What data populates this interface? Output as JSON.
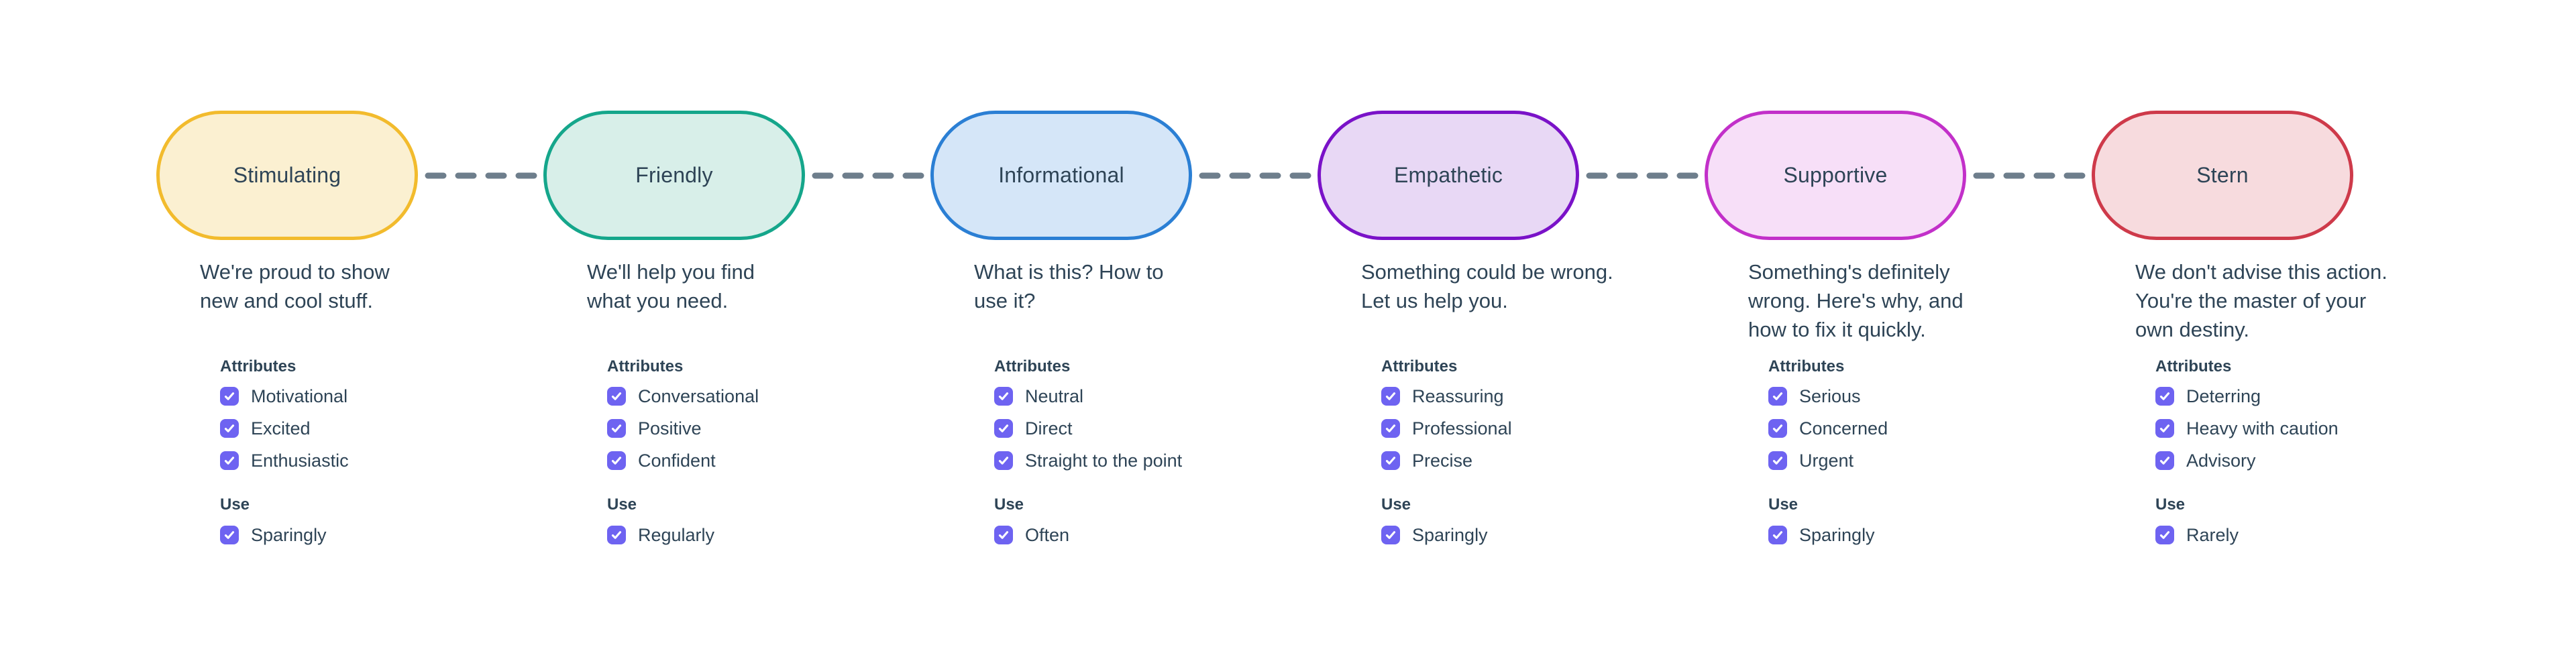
{
  "palette": {
    "background": "#FFFFFF",
    "text": "#2E4456",
    "checkbox": "#6E63F1",
    "connector": "#6E7E8C"
  },
  "section_labels": {
    "attributes": "Attributes",
    "use": "Use"
  },
  "tones": [
    {
      "name": "Stimulating",
      "border_color": "#F2BB2D",
      "fill_color": "#FBF0D1",
      "description": [
        "We're proud to show",
        "new and cool stuff."
      ],
      "attributes": [
        "Motivational",
        "Excited",
        "Enthusiastic"
      ],
      "use": "Sparingly"
    },
    {
      "name": "Friendly",
      "border_color": "#15A68B",
      "fill_color": "#D8EFE9",
      "description": [
        "We'll help you find",
        "what you need."
      ],
      "attributes": [
        "Conversational",
        "Positive",
        "Confident"
      ],
      "use": "Regularly"
    },
    {
      "name": "Informational",
      "border_color": "#2B7FD4",
      "fill_color": "#D5E6F8",
      "description": [
        "What is this? How to",
        "use it?"
      ],
      "attributes": [
        "Neutral",
        "Direct",
        "Straight to the point"
      ],
      "use": "Often"
    },
    {
      "name": "Empathetic",
      "border_color": "#7A12C8",
      "fill_color": "#E8D8F5",
      "description": [
        "Something could be wrong.",
        "Let us help you."
      ],
      "attributes": [
        "Reassuring",
        "Professional",
        "Precise"
      ],
      "use": "Sparingly"
    },
    {
      "name": "Supportive",
      "border_color": "#C230C9",
      "fill_color": "#F7DFF8",
      "description": [
        "Something's definitely",
        "wrong. Here's why, and",
        "how to fix it quickly."
      ],
      "attributes": [
        "Serious",
        "Concerned",
        "Urgent"
      ],
      "use": "Sparingly"
    },
    {
      "name": "Stern",
      "border_color": "#CE3A4A",
      "fill_color": "#F7DBDE",
      "description": [
        "We don't advise this action.",
        "You're the master of your",
        "own destiny."
      ],
      "attributes": [
        "Deterring",
        "Heavy with caution",
        "Advisory"
      ],
      "use": "Rarely"
    }
  ]
}
